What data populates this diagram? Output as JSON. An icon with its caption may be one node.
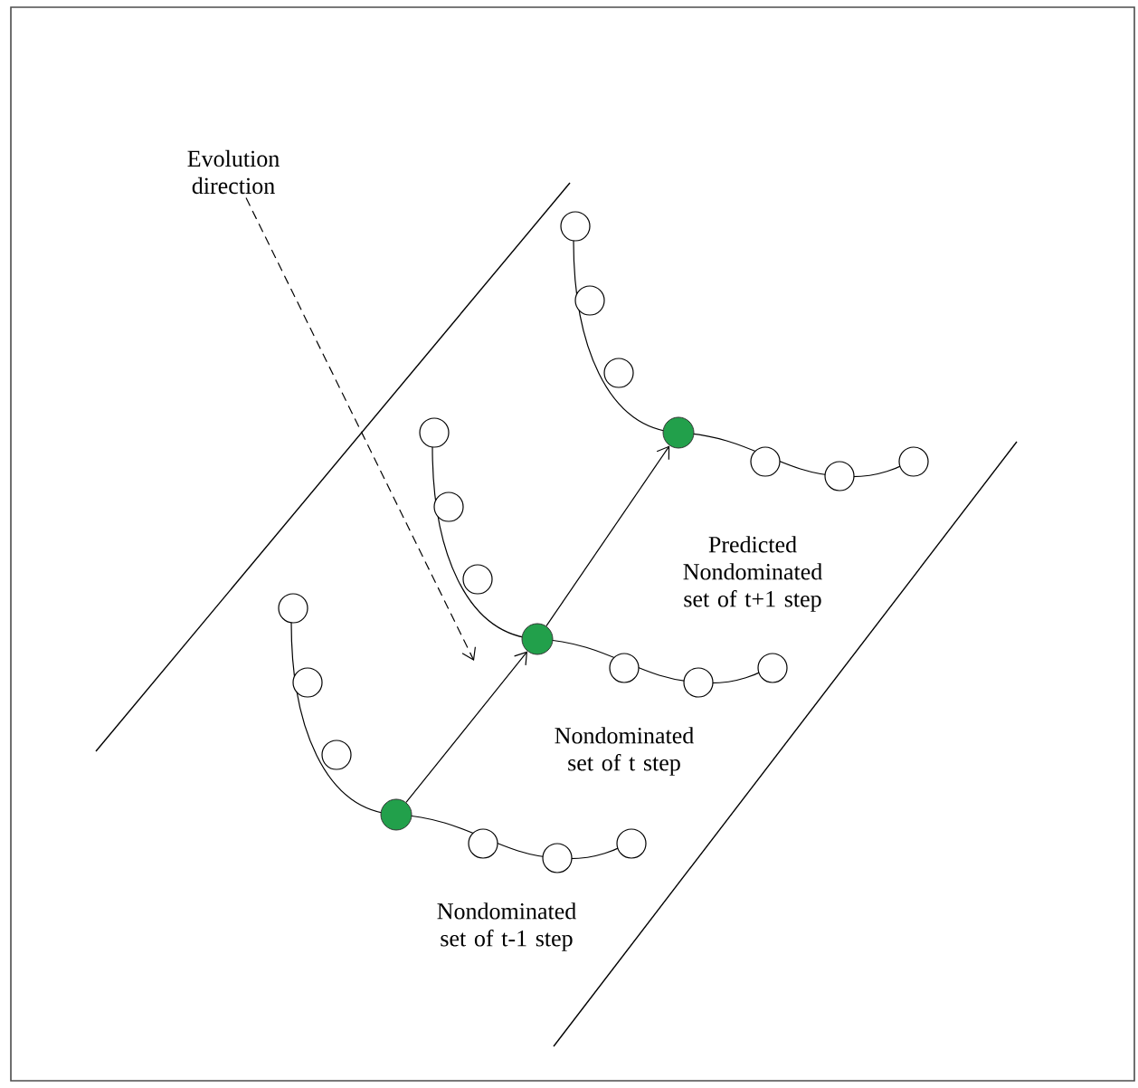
{
  "diagram": {
    "nodes": [
      {
        "text": [
          "Evolution direction"
        ]
      },
      {
        "text": [],
        "shape": "circle"
      },
      {
        "text": [],
        "shape": "circle"
      },
      {
        "text": [],
        "shape": "circle"
      }
    ],
    "edges": [
      {
        "from": 0,
        "to": null,
        "arrow": "to",
        "style": "dashed"
      },
      {
        "from": 1,
        "to": 2,
        "arrow": "to"
      },
      {
        "from": 2,
        "to": 3,
        "arrow": "to"
      }
    ],
    "labels": [
      "Predicted Nondominated set of t+1 step",
      "Nondominated set of t step",
      "Nondominated set of t-1 step"
    ]
  }
}
